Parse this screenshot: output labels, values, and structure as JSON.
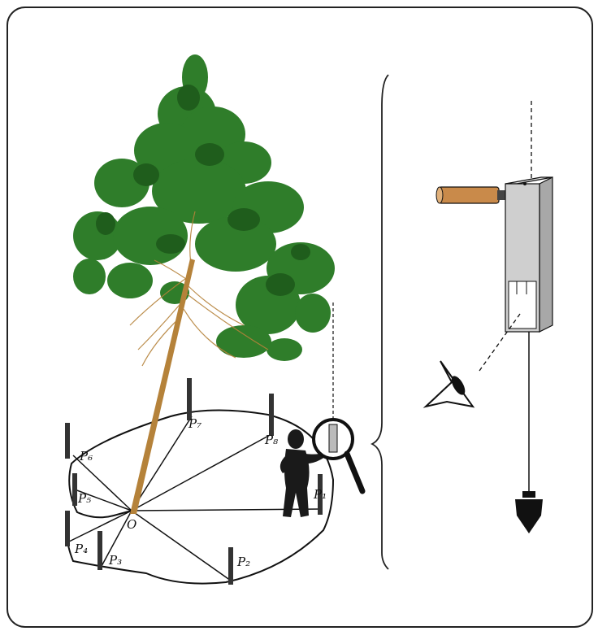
{
  "diagram": {
    "center_label": "O",
    "points": [
      {
        "id": "p1",
        "label": "P₁"
      },
      {
        "id": "p2",
        "label": "P₂"
      },
      {
        "id": "p3",
        "label": "P₃"
      },
      {
        "id": "p4",
        "label": "P₄"
      },
      {
        "id": "p5",
        "label": "P₅"
      },
      {
        "id": "p6",
        "label": "P₆"
      },
      {
        "id": "p7",
        "label": "P₇"
      },
      {
        "id": "p8",
        "label": "P₈"
      }
    ],
    "colors": {
      "foliage": "#2f7d2a",
      "foliage_dark": "#1f5d1c",
      "trunk": "#b5823a",
      "plot_line": "#111111",
      "stake": "#333333",
      "device_body": "#c8c8c8",
      "handle": "#c98a4a"
    },
    "icons": [
      "tree-icon",
      "person-icon",
      "magnifier-icon",
      "eye-icon",
      "plumb-bob-icon",
      "clinometer-icon"
    ]
  }
}
